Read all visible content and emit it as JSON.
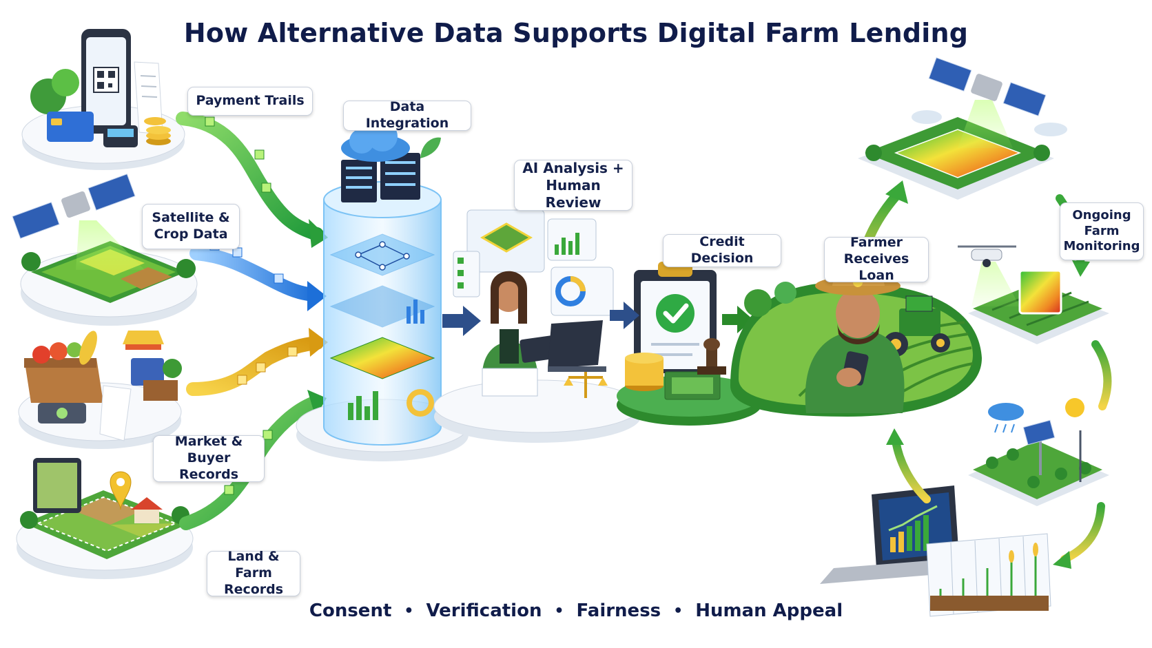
{
  "title": "How Alternative Data Supports Digital Farm Lending",
  "sources": {
    "payment": "Payment Trails",
    "satellite": "Satellite & Crop Data",
    "market": "Market & Buyer Records",
    "land": "Land & Farm Records"
  },
  "stages": {
    "integration": "Data Integration",
    "analysis": "AI Analysis + Human Review",
    "decision": "Credit Decision",
    "loan": "Farmer Receives Loan",
    "monitoring": "Ongoing Farm Monitoring"
  },
  "principles": [
    "Consent",
    "Verification",
    "Fairness",
    "Human Appeal"
  ],
  "colors": {
    "title": "#101c4a",
    "green_flow": "#3aa83a",
    "blue_flow": "#2f7fe0",
    "gold_flow": "#e0a91e",
    "field": "#4caf50"
  }
}
